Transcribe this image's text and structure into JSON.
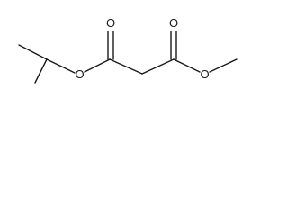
{
  "molecule": {
    "atoms": {
      "carbonyl_oxygen_left": "O",
      "ester_oxygen_left": "O",
      "carbonyl_oxygen_right": "O",
      "ester_oxygen_right": "O"
    }
  }
}
